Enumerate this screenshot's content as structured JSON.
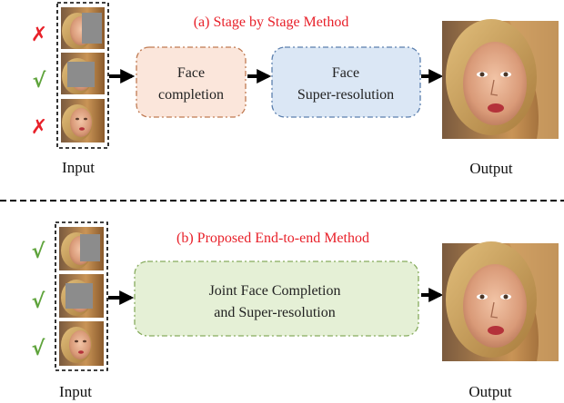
{
  "stage_a": {
    "title": "(a) Stage by Stage Method",
    "marks": [
      "✗",
      "√",
      "✗"
    ],
    "input_label": "Input",
    "output_label": "Output",
    "box1": [
      "Face",
      "completion"
    ],
    "box2": [
      "Face",
      "Super-resolution"
    ]
  },
  "stage_b": {
    "title": "(b) Proposed End-to-end Method",
    "marks": [
      "√",
      "√",
      "√"
    ],
    "input_label": "Input",
    "output_label": "Output",
    "box": [
      "Joint Face Completion",
      "and Super-resolution"
    ]
  },
  "colors": {
    "title_red": "#e8212a",
    "cross_red": "#e8212a",
    "check_green": "#5ea33b",
    "completion_fill": "#fbe6db",
    "completion_stroke": "#c07a52",
    "sr_fill": "#dbe7f5",
    "sr_stroke": "#5b7fae",
    "joint_fill": "#e5f0d6",
    "joint_stroke": "#86ab5d",
    "mask_gray": "#8c8c8c"
  },
  "icons": {
    "input_thumbnail": "masked-face-thumbnail",
    "output_image": "reconstructed-face-photo",
    "arrow": "right-arrow",
    "separator": "dashed-divider"
  }
}
